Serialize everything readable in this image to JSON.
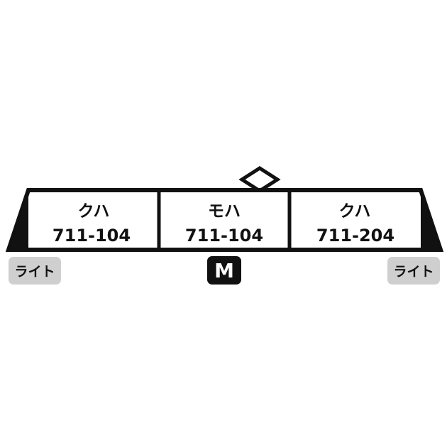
{
  "colors": {
    "outline": "#111111",
    "light_badge": "#cfcfcf",
    "motor_badge": "#111111",
    "motor_text": "#ffffff"
  },
  "cars": [
    {
      "type": "クハ",
      "number": "711-104"
    },
    {
      "type": "モハ",
      "number": "711-104"
    },
    {
      "type": "クハ",
      "number": "711-204"
    }
  ],
  "light_left": "ライト",
  "light_right": "ライト",
  "motor_badge": "M",
  "pantograph_icon": "diamond-pantograph-icon",
  "cab_icon": "cab-end-icon"
}
